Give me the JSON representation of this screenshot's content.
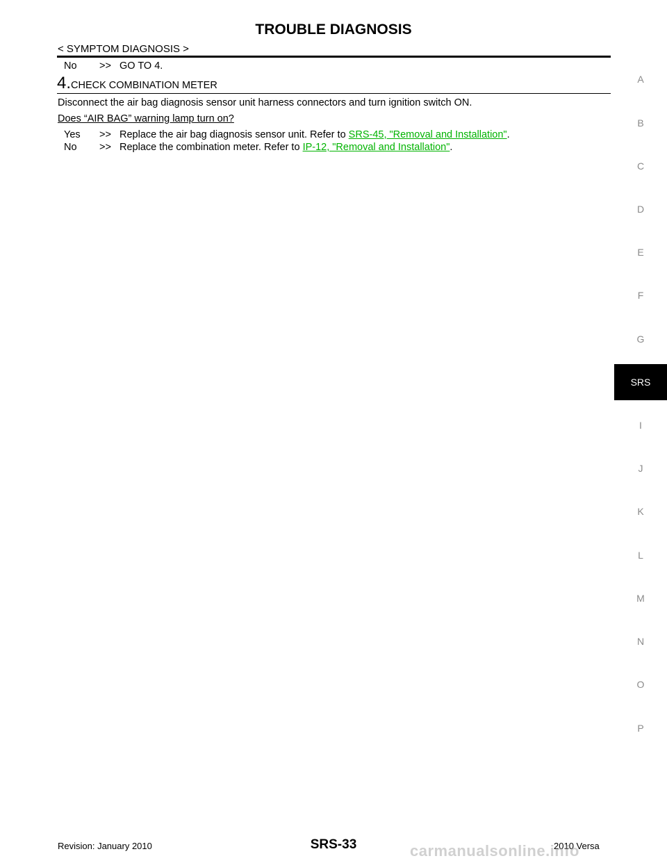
{
  "header": {
    "title": "TROUBLE DIAGNOSIS",
    "section": "< SYMPTOM DIAGNOSIS >"
  },
  "prev_answer": {
    "key": "No",
    "arrow": ">>",
    "text": "GO TO 4."
  },
  "step": {
    "number": "4.",
    "title": "CHECK COMBINATION METER",
    "instruction": "Disconnect the air bag diagnosis sensor unit harness connectors and turn ignition switch ON.",
    "question": "Does “AIR BAG” warning lamp turn on?",
    "answers": [
      {
        "key": "Yes",
        "arrow": ">>",
        "text": "Replace the air bag diagnosis sensor unit.  Refer to ",
        "link": "SRS-45, \"Removal and Installation\"",
        "end": "."
      },
      {
        "key": "No",
        "arrow": ">>",
        "text": "Replace the combination meter.  Refer to ",
        "link": "IP-12, \"Removal and Installation\"",
        "end": "."
      }
    ]
  },
  "side_tabs": [
    "A",
    "B",
    "C",
    "D",
    "E",
    "F",
    "G",
    "SRS",
    "I",
    "J",
    "K",
    "L",
    "M",
    "N",
    "O",
    "P"
  ],
  "active_tab": "SRS",
  "footer": {
    "revision": "Revision: January 2010",
    "page": "SRS-33",
    "model": "2010 Versa"
  },
  "watermark": "carmanualsonline.info",
  "colors": {
    "link": "#00b300",
    "tab_inactive": "#8a8a8a",
    "tab_active_bg": "#000000"
  }
}
